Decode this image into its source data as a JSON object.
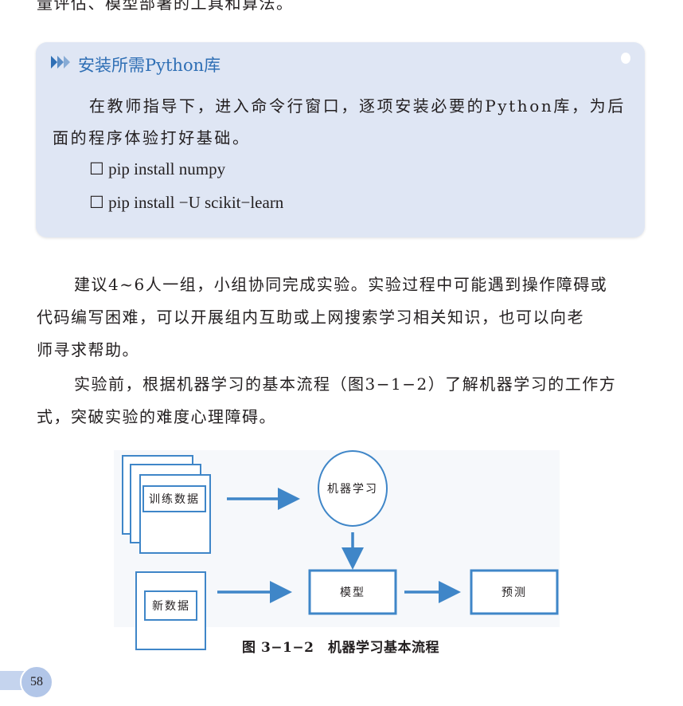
{
  "top_line": "量评估、模型部署的工具和算法。",
  "activity": {
    "title": "安装所需Python库",
    "icon": "triple-chevron-icon",
    "para_line1": "在教师指导下，进入命令行窗口，逐项安装必要的Python库，为后",
    "para_line2": "面的程序体验打好基础。",
    "items": [
      "☐ pip install numpy",
      "☐ pip install −U scikit−learn"
    ]
  },
  "body": {
    "p1_l1": "建议4~6人一组，小组协同完成实验。实验过程中可能遇到操作障碍或",
    "p1_l2": "代码编写困难，可以开展组内互助或上网搜索学习相关知识，也可以向老",
    "p1_l3": "师寻求帮助。",
    "p2_l1": "实验前，根据机器学习的基本流程（图3−1−2）了解机器学习的工作方",
    "p2_l2": "式，突破实验的难度心理障碍。"
  },
  "figure": {
    "training_data": "训练数据",
    "machine_learning": "机器学习",
    "new_data": "新数据",
    "model": "模型",
    "prediction": "预测",
    "caption": "图 3−1−2　机器学习基本流程",
    "color": "#3f86c8"
  },
  "page_number": "58"
}
